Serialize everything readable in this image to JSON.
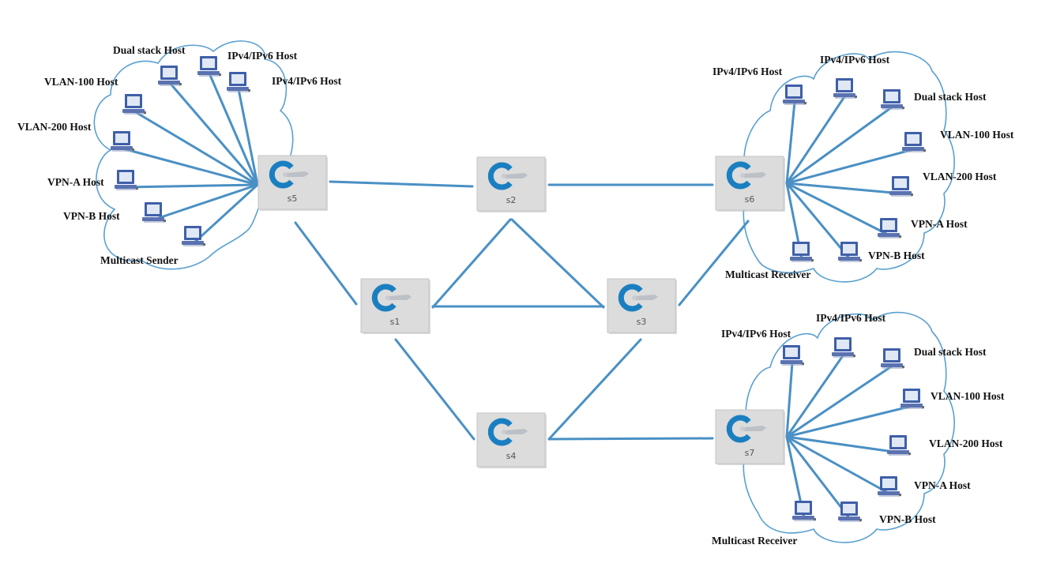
{
  "colors": {
    "link": "#4a90c4",
    "cloud": "#5aa0d0",
    "switch_body": "#dcdcdc",
    "switch_logo": "#1a7fc0",
    "host_monitor": "#3f5fa8",
    "host_screen": "#dfe8f4"
  },
  "switches": [
    {
      "id": "s5",
      "label": "s5",
      "icon": "controller-switch-icon"
    },
    {
      "id": "s2",
      "label": "s2",
      "icon": "controller-switch-icon"
    },
    {
      "id": "s6",
      "label": "s6",
      "icon": "controller-switch-icon"
    },
    {
      "id": "s1",
      "label": "s1",
      "icon": "controller-switch-icon"
    },
    {
      "id": "s3",
      "label": "s3",
      "icon": "controller-switch-icon"
    },
    {
      "id": "s4",
      "label": "s4",
      "icon": "controller-switch-icon"
    },
    {
      "id": "s7",
      "label": "s7",
      "icon": "controller-switch-icon"
    }
  ],
  "links": [
    [
      "s5",
      "s2"
    ],
    [
      "s2",
      "s6"
    ],
    [
      "s5",
      "s1"
    ],
    [
      "s1",
      "s2"
    ],
    [
      "s2",
      "s3"
    ],
    [
      "s1",
      "s3"
    ],
    [
      "s3",
      "s6"
    ],
    [
      "s1",
      "s4"
    ],
    [
      "s3",
      "s4"
    ],
    [
      "s4",
      "s7"
    ]
  ],
  "host_clusters": [
    {
      "switch": "s5",
      "hosts": [
        {
          "label": "Dual stack Host",
          "icon": "computer-icon"
        },
        {
          "label": "IPv4/IPv6 Host",
          "icon": "computer-icon"
        },
        {
          "label": "IPv4/IPv6 Host",
          "icon": "computer-icon"
        },
        {
          "label": "VLAN-100 Host",
          "icon": "computer-icon"
        },
        {
          "label": "VLAN-200 Host",
          "icon": "computer-icon"
        },
        {
          "label": "VPN-A Host",
          "icon": "computer-icon"
        },
        {
          "label": "VPN-B Host",
          "icon": "computer-icon"
        },
        {
          "label": "Multicast Sender",
          "icon": "computer-icon"
        }
      ]
    },
    {
      "switch": "s6",
      "hosts": [
        {
          "label": "IPv4/IPv6 Host",
          "icon": "computer-icon"
        },
        {
          "label": "IPv4/IPv6 Host",
          "icon": "computer-icon"
        },
        {
          "label": "Dual stack Host",
          "icon": "computer-icon"
        },
        {
          "label": "VLAN-100 Host",
          "icon": "computer-icon"
        },
        {
          "label": "VLAN-200 Host",
          "icon": "computer-icon"
        },
        {
          "label": "VPN-A Host",
          "icon": "computer-icon"
        },
        {
          "label": "VPN-B Host",
          "icon": "computer-icon"
        },
        {
          "label": "Multicast Receiver",
          "icon": "computer-icon"
        }
      ]
    },
    {
      "switch": "s7",
      "hosts": [
        {
          "label": "IPv4/IPv6 Host",
          "icon": "computer-icon"
        },
        {
          "label": "IPv4/IPv6 Host",
          "icon": "computer-icon"
        },
        {
          "label": "Dual stack Host",
          "icon": "computer-icon"
        },
        {
          "label": "VLAN-100 Host",
          "icon": "computer-icon"
        },
        {
          "label": "VLAN-200 Host",
          "icon": "computer-icon"
        },
        {
          "label": "VPN-A Host",
          "icon": "computer-icon"
        },
        {
          "label": "VPN-B Host",
          "icon": "computer-icon"
        },
        {
          "label": "Multicast Receiver",
          "icon": "computer-icon"
        }
      ]
    }
  ]
}
